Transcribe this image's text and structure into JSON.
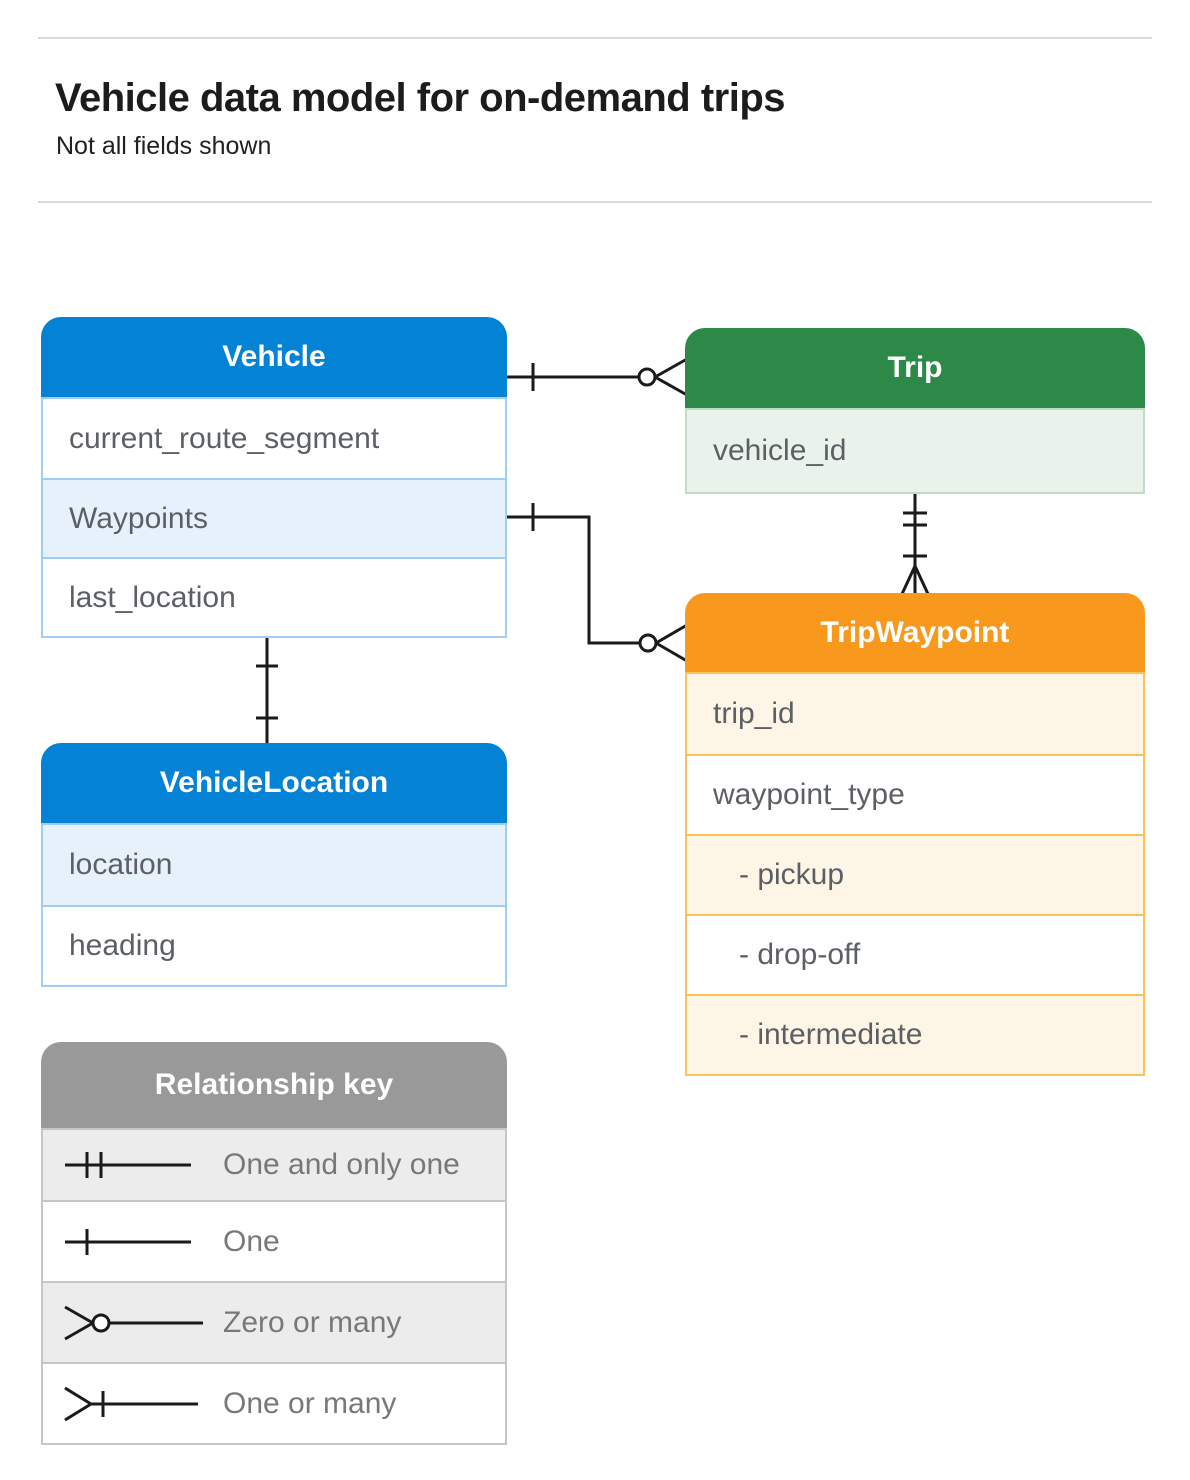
{
  "page": {
    "title": "Vehicle data model for on-demand trips",
    "subtitle": "Not all fields shown"
  },
  "tables": {
    "vehicle": {
      "title": "Vehicle",
      "rows": [
        "current_route_segment",
        "Waypoints",
        "last_location"
      ]
    },
    "trip": {
      "title": "Trip",
      "rows": [
        "vehicle_id"
      ]
    },
    "trip_waypoint": {
      "title": "TripWaypoint",
      "rows": [
        "trip_id",
        "waypoint_type",
        "- pickup",
        "- drop-off",
        "- intermediate"
      ]
    },
    "vehicle_location": {
      "title": "VehicleLocation",
      "rows": [
        "location",
        "heading"
      ]
    }
  },
  "legend": {
    "title": "Relationship key",
    "items": [
      {
        "symbol": "one-and-only-one",
        "label": "One and only one"
      },
      {
        "symbol": "one",
        "label": "One"
      },
      {
        "symbol": "zero-or-many",
        "label": "Zero or many"
      },
      {
        "symbol": "one-or-many",
        "label": "One or many"
      }
    ]
  },
  "relationships": [
    {
      "from": "Vehicle",
      "to": "Trip",
      "from_end": "one",
      "to_end": "zero-or-many"
    },
    {
      "from": "Vehicle.Waypoints",
      "to": "TripWaypoint",
      "from_end": "one",
      "to_end": "zero-or-many"
    },
    {
      "from": "Trip",
      "to": "TripWaypoint",
      "from_end": "one-and-only-one",
      "to_end": "one-or-many"
    },
    {
      "from": "Vehicle",
      "to": "VehicleLocation",
      "from_end": "one",
      "to_end": "one"
    }
  ],
  "colors": {
    "blue_header": "#0482d5",
    "blue_row_tint": "#e7f1fc",
    "blue_border": "#9fcdf3",
    "green_header": "#2d8947",
    "green_row_tint": "#e9f3ec",
    "green_border": "#bfdcc6",
    "orange_header": "#f8991d",
    "orange_row_tint": "#fdf5e5",
    "orange_border": "#f9c25d",
    "gray_header": "#999999",
    "gray_row_tint": "#ececec",
    "gray_border": "#c6c6c6",
    "connector_line": "#1a1a1a",
    "row_text": "#5c6065",
    "divider": "#d9d9d9"
  }
}
